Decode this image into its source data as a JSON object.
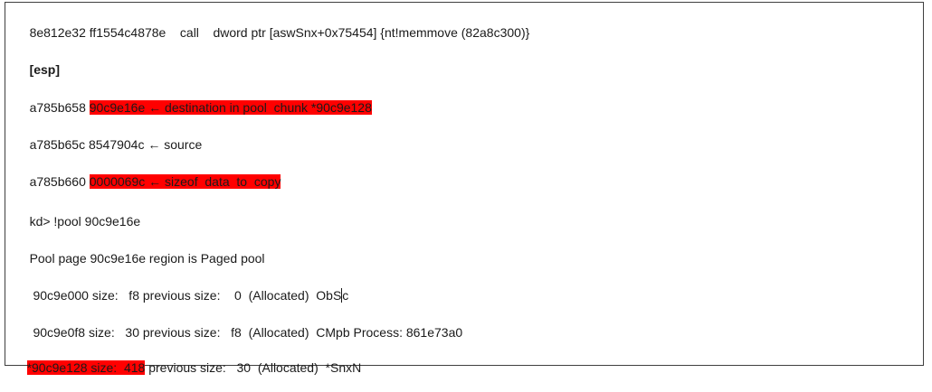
{
  "document": {
    "lines": [
      {
        "text": "8e812e32 ff1554c4878e    call    dword ptr [aswSnx+0x75454] {nt!memmove (82a8c300)}"
      },
      {
        "text": "[esp]"
      },
      {
        "prefix": "a785b658 ",
        "highlight": "90c9e16e ← destination in pool  chunk *90c9e128"
      },
      {
        "text": "a785b65c 8547904c ← source"
      },
      {
        "prefix": "a785b660 ",
        "highlight": "0000069c ← sizeof  data  to  copy"
      },
      {
        "text": "kd> !pool 90c9e16e"
      },
      {
        "text": "Pool page 90c9e16e region is Paged pool"
      },
      {
        "before_cursor": " 90c9e000 size:   f8 previous size:    0  (Allocated)  ObS",
        "after_cursor": "c"
      },
      {
        "text": " 90c9e0f8 size:   30 previous size:   f8  (Allocated)  CMpb Process: 861e73a0"
      },
      {
        "highlight": "*90c9e128 size:  418",
        "suffix": " previous size:   30  (Allocated)  *SnxN"
      }
    ]
  },
  "colors": {
    "highlight": "#ff0000",
    "text": "#1a1a1a",
    "border": "#3f3f3f"
  }
}
